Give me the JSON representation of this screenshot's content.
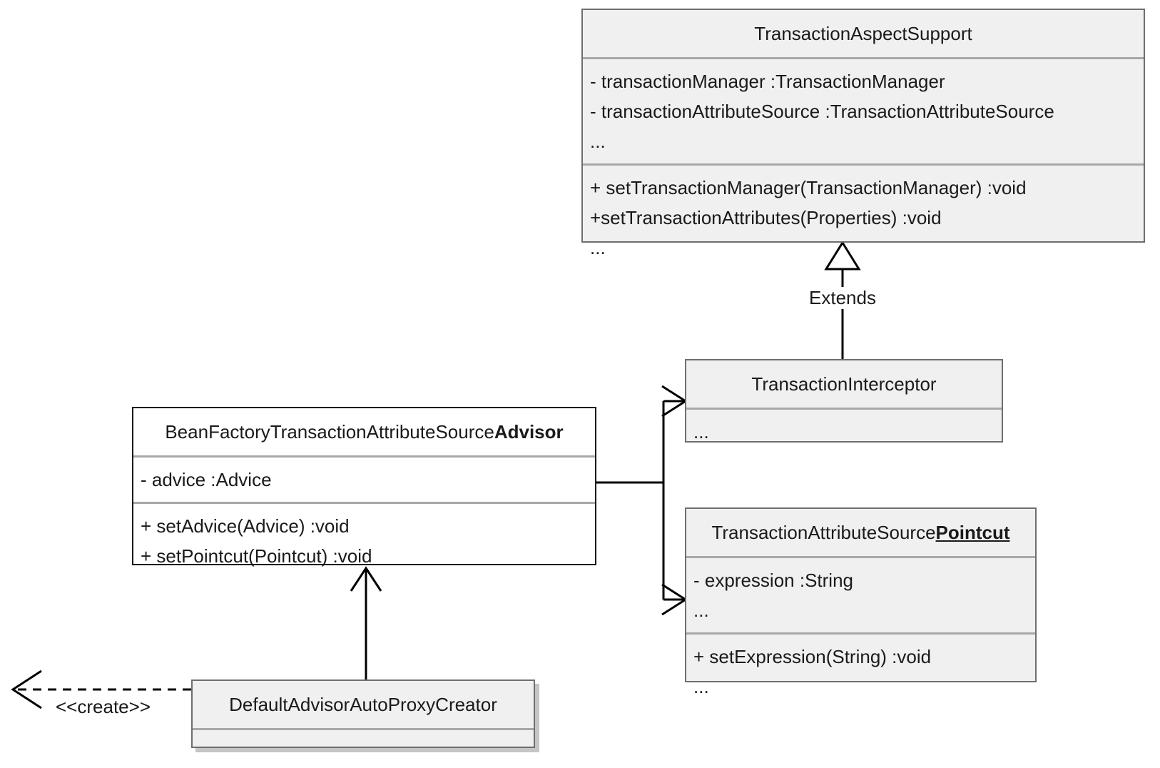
{
  "diagram": {
    "title": "Spring Transaction AOP class diagram",
    "type": "uml-class-diagram",
    "colors": {
      "box_fill_gray": "#f0f0f0",
      "box_fill_white": "#ffffff",
      "box_border_gray": "#6e6e6e",
      "box_border_black": "#1a1a1a",
      "divider": "#a8a8a8",
      "line": "#000000",
      "text": "#1a1a1a",
      "shadow": "#969696"
    }
  },
  "classes": {
    "transaction_aspect_support": {
      "name": "TransactionAspectSupport",
      "attributes": [
        "- transactionManager :TransactionManager",
        "- transactionAttributeSource :TransactionAttributeSource",
        "..."
      ],
      "methods": [
        "+ setTransactionManager(TransactionManager) :void",
        "+setTransactionAttributes(Properties) :void",
        "..."
      ]
    },
    "transaction_interceptor": {
      "name": "TransactionInterceptor",
      "attributes": [
        "..."
      ]
    },
    "bean_factory_advisor": {
      "name_prefix": "BeanFactoryTransactionAttributeSource",
      "name_emphasis": "Advisor",
      "attributes": [
        "- advice :Advice"
      ],
      "methods": [
        "+ setAdvice(Advice) :void",
        "+ setPointcut(Pointcut) :void"
      ]
    },
    "transaction_attribute_source_pointcut": {
      "name_prefix": "TransactionAttributeSource",
      "name_emphasis": "Pointcut",
      "attributes": [
        "- expression :String",
        "..."
      ],
      "methods": [
        "+ setExpression(String) :void",
        "..."
      ]
    },
    "default_advisor_auto_proxy_creator": {
      "name": "DefaultAdvisorAutoProxyCreator",
      "attributes": [
        ""
      ]
    }
  },
  "relationships": {
    "extends_label": "Extends",
    "create_label": "<<create>>"
  }
}
